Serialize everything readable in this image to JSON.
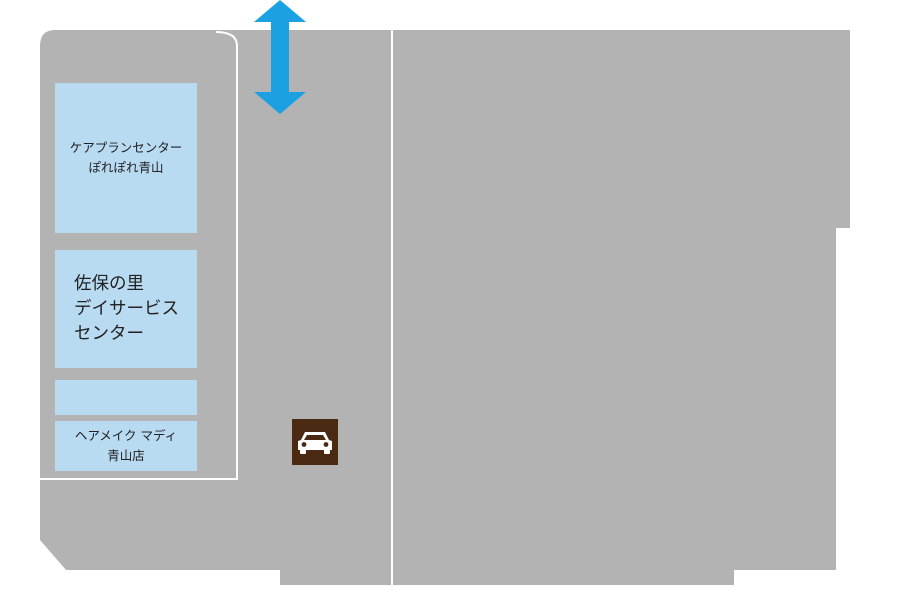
{
  "colors": {
    "ground": "#b3b3b3",
    "store_fill": "#b9dbf2",
    "outline": "#ffffff",
    "arrow": "#1ba1e2",
    "parking_bg": "#4b2a14",
    "parking_icon": "#ffffff",
    "text": "#222222"
  },
  "stores": {
    "care_plan": {
      "lines": [
        "ケアプランセンター",
        "ぽれぽれ青山"
      ]
    },
    "day_service": {
      "lines": [
        "佐保の里",
        "デイサービス",
        "センター"
      ]
    },
    "blank_unit": {
      "lines": []
    },
    "hair_make": {
      "lines": [
        "ヘアメイク マディ",
        "青山店"
      ]
    }
  },
  "icons": {
    "entrance_arrow": "double-vertical-arrow-icon",
    "parking": "car-icon"
  }
}
